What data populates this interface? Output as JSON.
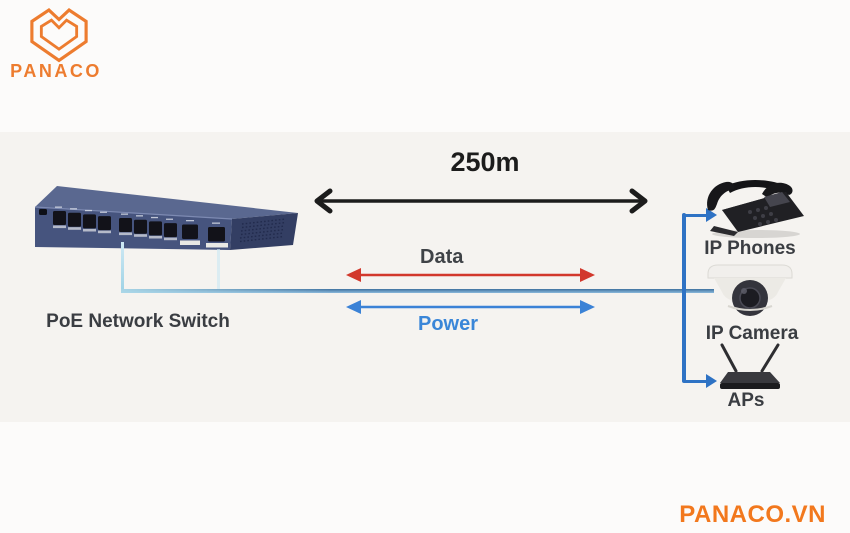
{
  "brand": {
    "logo_text": "PANACO",
    "website": "PANACO.VN",
    "orange": "#ed7c2f"
  },
  "diagram": {
    "distance_label": "250m",
    "data_label": "Data",
    "power_label": "Power",
    "switch_label": "PoE Network Switch",
    "devices": [
      {
        "id": "ip-phones",
        "label": "IP Phones"
      },
      {
        "id": "ip-camera",
        "label": "IP Camera"
      },
      {
        "id": "aps",
        "label": "APs"
      }
    ],
    "colors": {
      "distance_arrow": "#1c1c1c",
      "data_arrow": "#d2382c",
      "power_arrow": "#3b82d6",
      "cable": "#4e84ba",
      "cable_light": "#a6d7e8",
      "connector": "#2e72c4",
      "switch_body": "#46547e"
    }
  }
}
